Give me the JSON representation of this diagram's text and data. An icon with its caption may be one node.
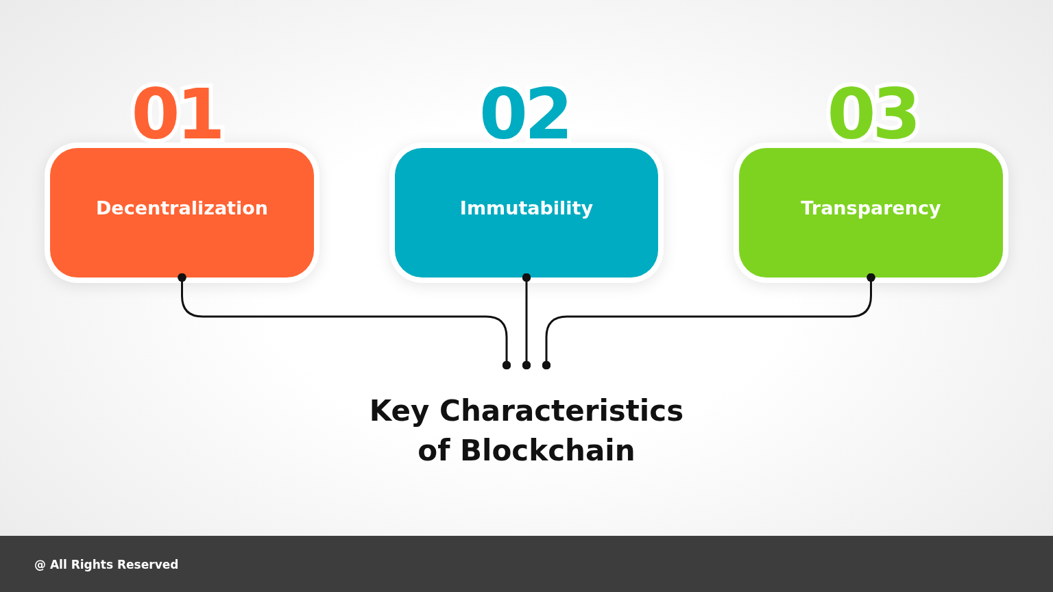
{
  "diagram": {
    "nodes": [
      {
        "text": [
          "01",
          "Decentralization"
        ]
      },
      {
        "text": [
          "02",
          "Immutability"
        ]
      },
      {
        "text": [
          "03",
          "Transparency"
        ]
      },
      {
        "text": [
          "Key Characteristics of Blockchain"
        ]
      }
    ],
    "edges": [
      {
        "from": 0,
        "to": 3,
        "arrow": "other"
      },
      {
        "from": 1,
        "to": 3,
        "arrow": "other"
      },
      {
        "from": 2,
        "to": 3,
        "arrow": "other"
      }
    ],
    "labels": [
      "@ All Rights Reserved"
    ]
  }
}
